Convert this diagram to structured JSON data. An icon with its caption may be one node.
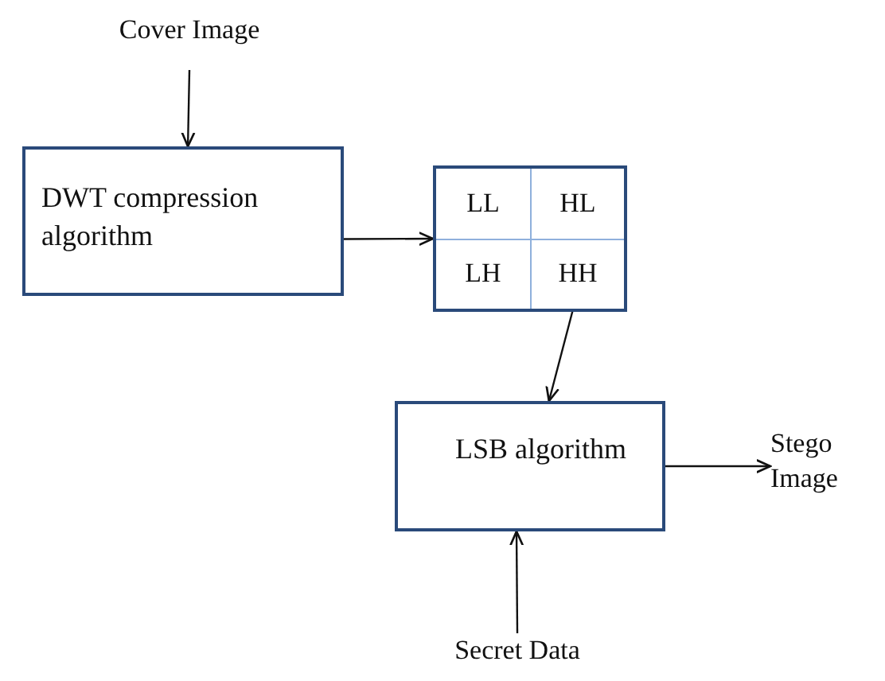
{
  "diagram": {
    "nodes": [
      {
        "text": [
          "Cover Image"
        ]
      },
      {
        "text": [
          "DWT compression algorithm"
        ]
      },
      {
        "text": [],
        "shape": "box"
      },
      {
        "text": [
          "LL"
        ],
        "in": 2
      },
      {
        "text": [
          "HL"
        ],
        "in": 2
      },
      {
        "text": [
          "LH"
        ],
        "in": 2
      },
      {
        "text": [
          "HH"
        ],
        "in": 2
      },
      {
        "text": [
          "LSB algorithm"
        ]
      },
      {
        "text": [
          "Stego Image"
        ]
      },
      {
        "text": [
          "Secret Data"
        ]
      }
    ],
    "edges": [
      {
        "from": 0,
        "to": 1,
        "arrow": "to"
      },
      {
        "from": 1,
        "to": 2,
        "arrow": "to"
      },
      {
        "from": 6,
        "to": 7,
        "arrow": "to"
      },
      {
        "from": 7,
        "to": 8,
        "arrow": "to"
      },
      {
        "from": 9,
        "to": 7,
        "arrow": "to"
      }
    ]
  }
}
